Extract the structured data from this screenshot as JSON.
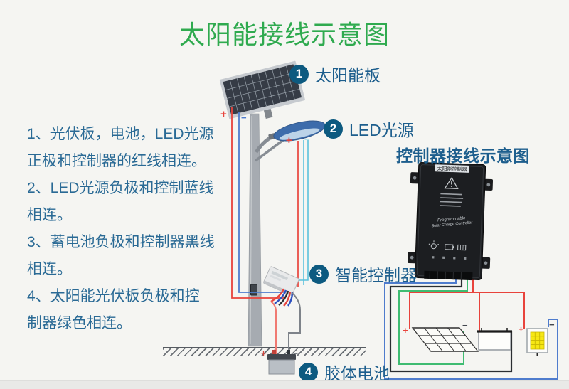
{
  "title": {
    "text": "太阳能接线示意图"
  },
  "instructions": {
    "lines": [
      "1、光伏板，电池，LED光源",
      "正极和控制器的红线相连。",
      "2、LED光源负极和控制蓝线",
      "相连。",
      "3、蓄电池负极和控制器黑线",
      "相连。",
      "4、太阳能光伏板负极和控",
      "制器绿色相连。"
    ]
  },
  "callouts": [
    {
      "num": "1",
      "label": "太阳能板"
    },
    {
      "num": "2",
      "label": "LED光源"
    },
    {
      "num": "3",
      "label": "智能控制器"
    },
    {
      "num": "4",
      "label": "胶体电池"
    }
  ],
  "controller_panel": {
    "title": "控制器接线示意图",
    "device_label": "太阳能控制器",
    "brand_line1": "Programmable",
    "brand_line2": "Solar Charge Controller"
  },
  "polarity": {
    "plus": "+",
    "minus": "−"
  },
  "colors": {
    "title_green": "#2faa4f",
    "text_blue": "#2a6a95",
    "callout_circle": "#0d5a80",
    "panel_title_blue": "#1d5e8d",
    "wire_red": "#e8433c",
    "wire_blue": "#4f7ccd",
    "wire_cyan": "#5bc2dd",
    "wire_green": "#3fbc72",
    "wire_black": "#2a2d31",
    "wire_gray": "#7e838a"
  }
}
